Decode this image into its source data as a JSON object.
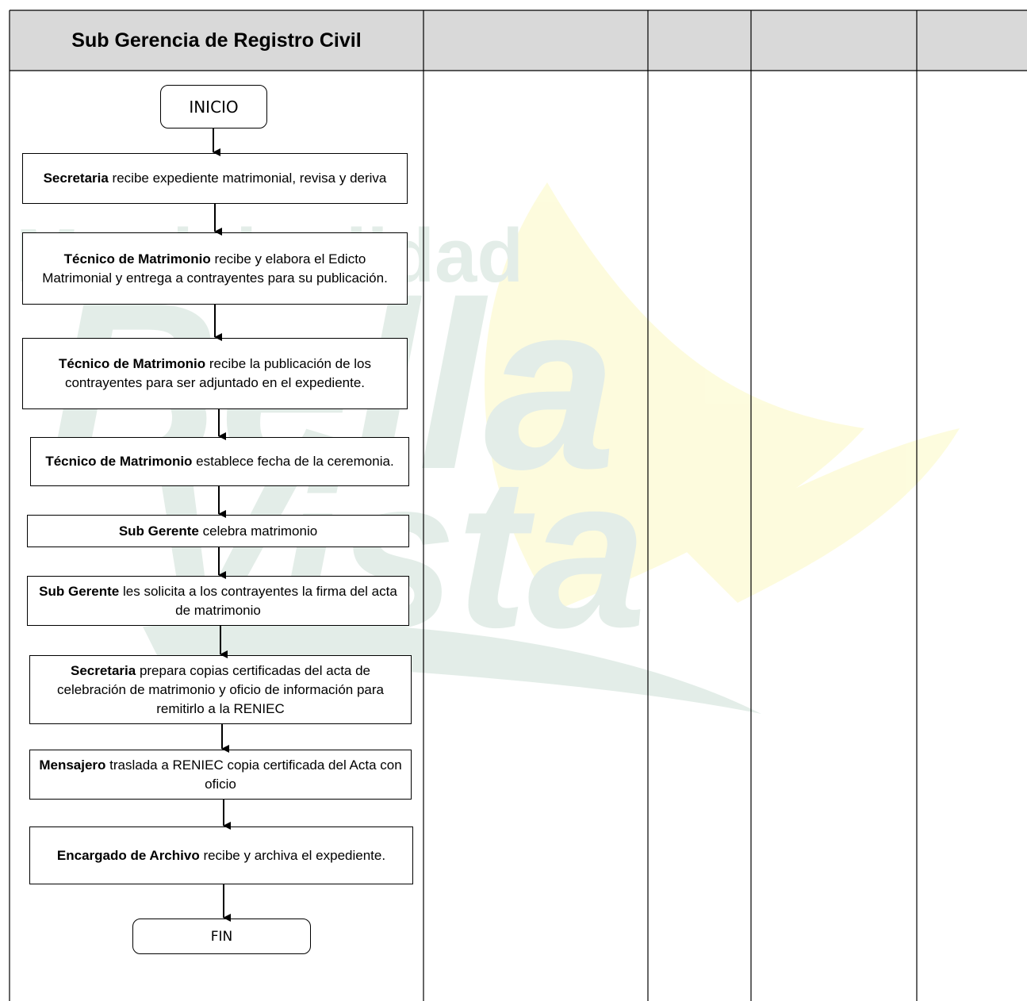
{
  "header": {
    "lane_title": "Sub Gerencia de Registro Civil"
  },
  "flow": {
    "start": "INICIO",
    "end": "FIN",
    "steps": [
      {
        "role": "Secretaria",
        "text": " recibe expediente matrimonial, revisa y deriva"
      },
      {
        "role": "Técnico de Matrimonio",
        "text": " recibe y elabora el Edicto Matrimonial y entrega a contrayentes para su publicación."
      },
      {
        "role": "Técnico de Matrimonio",
        "text": " recibe la publicación de los contrayentes para ser adjuntado en el expediente."
      },
      {
        "role": "Técnico de Matrimonio",
        "text": " establece fecha de la ceremonia."
      },
      {
        "role": "Sub Gerente",
        "text": " celebra matrimonio"
      },
      {
        "role": "Sub Gerente",
        "text": " les solicita a los contrayentes la firma del acta de matrimonio"
      },
      {
        "role": "Secretaria",
        "text": " prepara copias certificadas del acta de celebración de matrimonio y oficio de información para remitirlo a la RENIEC"
      },
      {
        "role": "Mensajero",
        "text": " traslada a RENIEC copia certificada del Acta con oficio"
      },
      {
        "role": "Encargado de Archivo",
        "text": " recibe y archiva el expediente."
      }
    ]
  },
  "watermark": {
    "top_text": "Municipalidad",
    "word1": "Bella",
    "word2": "Vista",
    "colors": {
      "green": "#2e7d52",
      "yellow": "#f2e600"
    }
  }
}
